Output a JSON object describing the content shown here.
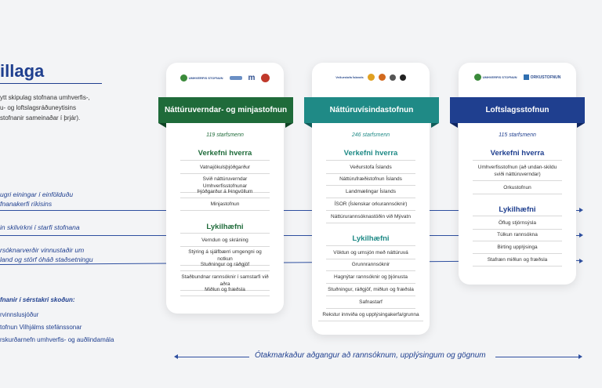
{
  "title": "illaga",
  "intro_lines": [
    "ytt skipulag stofnana umhverfis-,",
    "u- og loftslagsráðuneytisins",
    " stofnanir sameinaðar í þrjár)."
  ],
  "left_texts": [
    {
      "lines": [
        "ugri einingar í einfölduðu",
        "fnanakerfi ríkisins"
      ]
    },
    {
      "lines": [
        "in skilvirkni í starfi stofnana"
      ]
    },
    {
      "lines": [
        "rsóknarverðir vinnustaðir um",
        " land og störf óháð staðsetningu"
      ]
    }
  ],
  "notes_heading": "fnanir í sérstakri skoðun:",
  "notes": [
    "rvinnslusjóður",
    "tofnun Vilhjálms stefánssonar",
    "rskurðarnefn umhverfis- og auðlindamála"
  ],
  "colors": {
    "green": "#1f6b3a",
    "teal": "#1f8a86",
    "navy": "#1f3f8f"
  },
  "cards": [
    {
      "logos": [
        "UMHVERFIS STOFNUN",
        "Vatnajökulsþjóðgarður",
        "Minjastofnun Íslands",
        "þjóðgarður seal"
      ],
      "band": "Náttúruverndar- og minjastofnun",
      "staff": "119 starfsmenn",
      "tasks_heading": "Verkefni hverra",
      "tasks": [
        "Vatnajökulsþjóðgarður",
        "Svið náttúruverndar Umhverfisstofnunar",
        "Þjóðgarður á Þingvöllum",
        "Minjastofnun"
      ],
      "skills_heading": "Lykilhæfni",
      "skills": [
        "Verndun og skráning",
        "Stýring á sjálfbærri umgengni og notkun",
        "Stuðningur og ráðgjöf",
        "Staðbundnar rannsóknir í samstarfi við aðra",
        "Miðlun og fræðsla"
      ]
    },
    {
      "logos": [
        "Veðurstofa Íslands",
        "LMI",
        "ÍSOR",
        "NÍ",
        "RAMÝ"
      ],
      "band": "Náttúruvísindastofnun",
      "staff": "246 starfsmenn",
      "tasks_heading": "Verkefni hverra",
      "tasks": [
        "Veðurstofa Íslands",
        "Náttúrufræðistofnun Íslands",
        "Landmælingar Íslands",
        "ÍSOR (Íslenskar orkurannsóknir)",
        "Náttúrurannsóknastöðin við Mývatn"
      ],
      "skills_heading": "Lykilhæfni",
      "skills": [
        "Vöktun og umsjón með náttúruvá",
        "Grunnrannsóknir",
        "Hagnýtar rannsóknir og þjónusta",
        "Stuðningur, ráðgjöf, miðlun og fræðsla",
        "Safnastarf",
        "Rekstur innviða og upplýsingakerfa/grunna"
      ]
    },
    {
      "logos": [
        "UMHVERFIS STOFNUN",
        "ORKUSTOFNUN"
      ],
      "band": "Loftslagsstofnun",
      "staff": "115 starfsmenn",
      "tasks_heading": "Verkefni hverra",
      "tasks": [
        "Umhverfisstofnun (að undan-skildu sviði náttúruverndar)",
        "Orkustofnun"
      ],
      "skills_heading": "Lykilhæfni",
      "skills": [
        "Öflug stjórnsýsla",
        "Túlkun rannsókna",
        "Birting upplýsinga",
        "Stafræn miðlun og fræðsla"
      ]
    }
  ],
  "bottom_text": "Ótakmarkaður aðgangur að rannsóknum, upplýsingum og gögnum"
}
